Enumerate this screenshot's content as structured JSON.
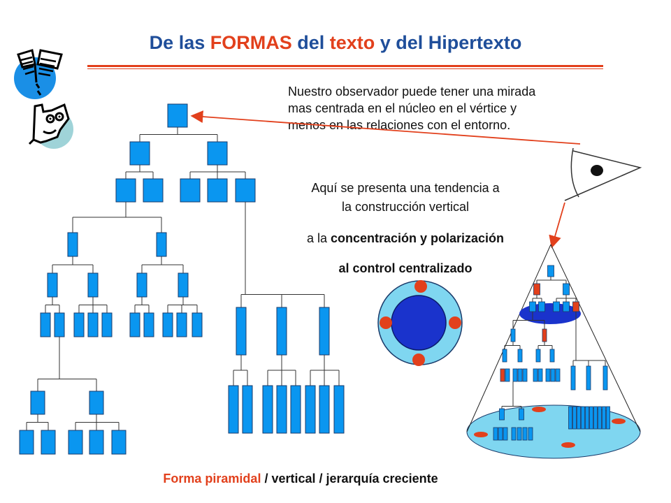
{
  "title": {
    "part1": "De las ",
    "part2": "FORMAS",
    "part3": " del ",
    "part4": "texto",
    "part5": " y del Hipertexto"
  },
  "observer_text": {
    "line1": "Nuestro observador puede tener una mirada",
    "line2": "mas centrada en el núcleo en el vértice y",
    "line3": "menos en las relaciones con el entorno."
  },
  "tendency": {
    "line1": "Aquí se presenta una tendencia a",
    "line2": "la construcción vertical",
    "line3_prefix": "a la ",
    "line3_bold": "concentración y polarización",
    "line4": "al control centralizado"
  },
  "caption": {
    "red_part": "Forma piramidal",
    "rest": " / vertical / jerarquía creciente"
  },
  "colors": {
    "node_blue": "#0a96f0",
    "node_stroke": "#1a3a6a",
    "accent_red": "#e2401c",
    "title_blue": "#1f4e9a",
    "light_cyan": "#7fd6f0",
    "dark_blue": "#1a33cc",
    "icon_blue": "#1a8fe6",
    "icon_teal": "#9fd3d8"
  },
  "icons": [
    "book-icon",
    "person-icon",
    "eye-icon"
  ]
}
